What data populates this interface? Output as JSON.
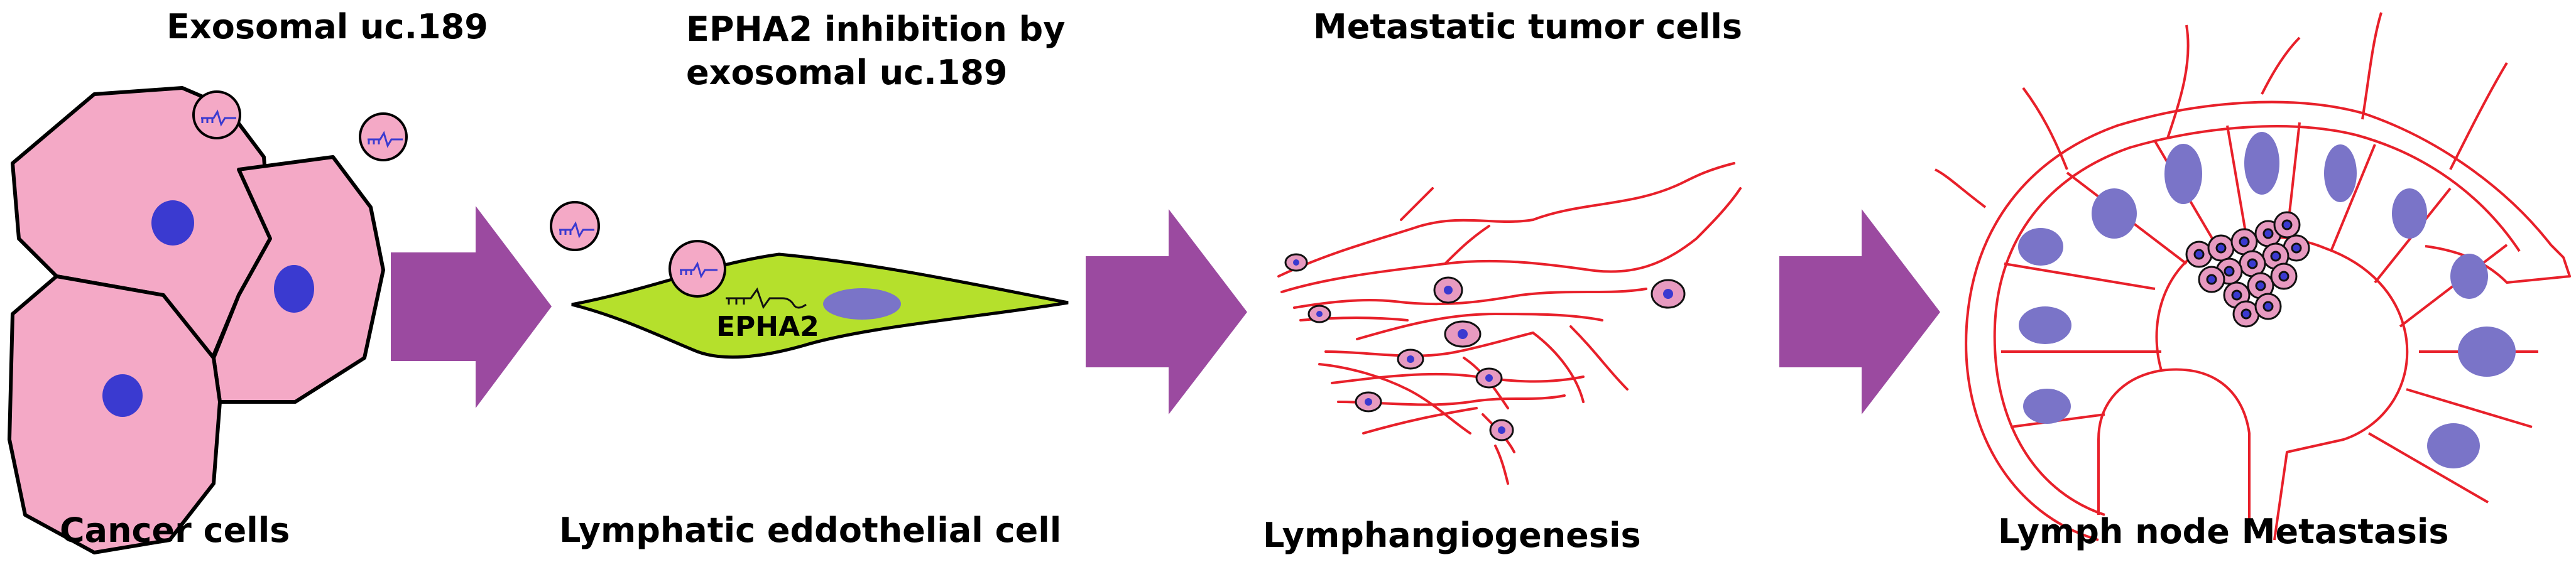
{
  "labels": {
    "top_exosome": "Exosomal uc.189",
    "top_inhibition_line1": "EPHA2 inhibition by",
    "top_inhibition_line2": "exosomal uc.189",
    "top_metastatic": "Metastatic tumor cells",
    "bottom_cancer": "Cancer cells",
    "bottom_lymphatic": "Lymphatic eddothelial cell",
    "bottom_lymphangio": "Lymphangiogenesis",
    "bottom_metastasis": "Lymph node Metastasis",
    "cell_protein": "EPHA2"
  },
  "colors": {
    "cancer_cell_fill": "#f4a9c6",
    "nucleus": "#3a3ad0",
    "exosome_fill": "#f4a9c6",
    "rna_mark": "#3a3ad0",
    "endothelial_fill": "#b5e02c",
    "endothelial_nucleus": "#7a74c8",
    "arrow": "#9b4aa0",
    "vessel": "#e8202a",
    "node_nucleus": "#7a74c8",
    "tumor_cell_fill": "#e79ac0"
  }
}
